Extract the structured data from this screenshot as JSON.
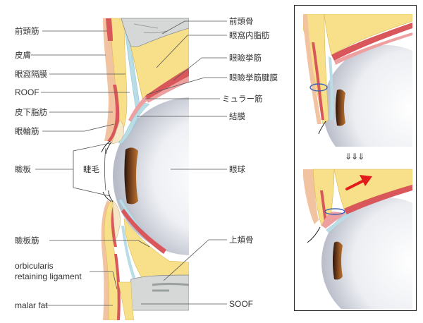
{
  "left_labels": {
    "frontalis": "前頭筋",
    "skin": "皮膚",
    "orbital_septum": "眼窩隔膜",
    "roof": "ROOF",
    "subcutaneous_fat": "皮下脂肪",
    "orbicularis_oculi": "眼輪筋",
    "tarsus": "瞼板",
    "tarsal_muscle": "瞼板筋",
    "orbicularis_retaining_line1": "orbicularis",
    "orbicularis_retaining_line2": "retaining ligament",
    "malar_fat": "malar fat"
  },
  "center_labels": {
    "eyelashes": "睫毛"
  },
  "right_labels": {
    "frontal_bone": "前頭骨",
    "orbital_fat": "眼窩内脂肪",
    "levator_muscle": "眼瞼挙筋",
    "levator_aponeurosis": "眼瞼挙筋腱膜",
    "muller_muscle": "ミュラー筋",
    "conjunctiva": "結膜",
    "eyeball": "眼球",
    "maxilla": "上頬骨",
    "soof": "SOOF"
  },
  "inset": {
    "transition_arrows": "⇓⇓⇓"
  },
  "colors": {
    "fat": "#f8e08a",
    "fat_stroke": "#d9b84a",
    "muscle": "#d9575a",
    "muscle_light": "#eea0a0",
    "skin": "#f2c3a0",
    "bone": "#d5d8d6",
    "septum": "#b9dde6",
    "eyeball_shade": "#c9cdd6",
    "iris": "#6b3a1e",
    "red_arrow": "#e21b1b",
    "leader_line": "#555555"
  }
}
